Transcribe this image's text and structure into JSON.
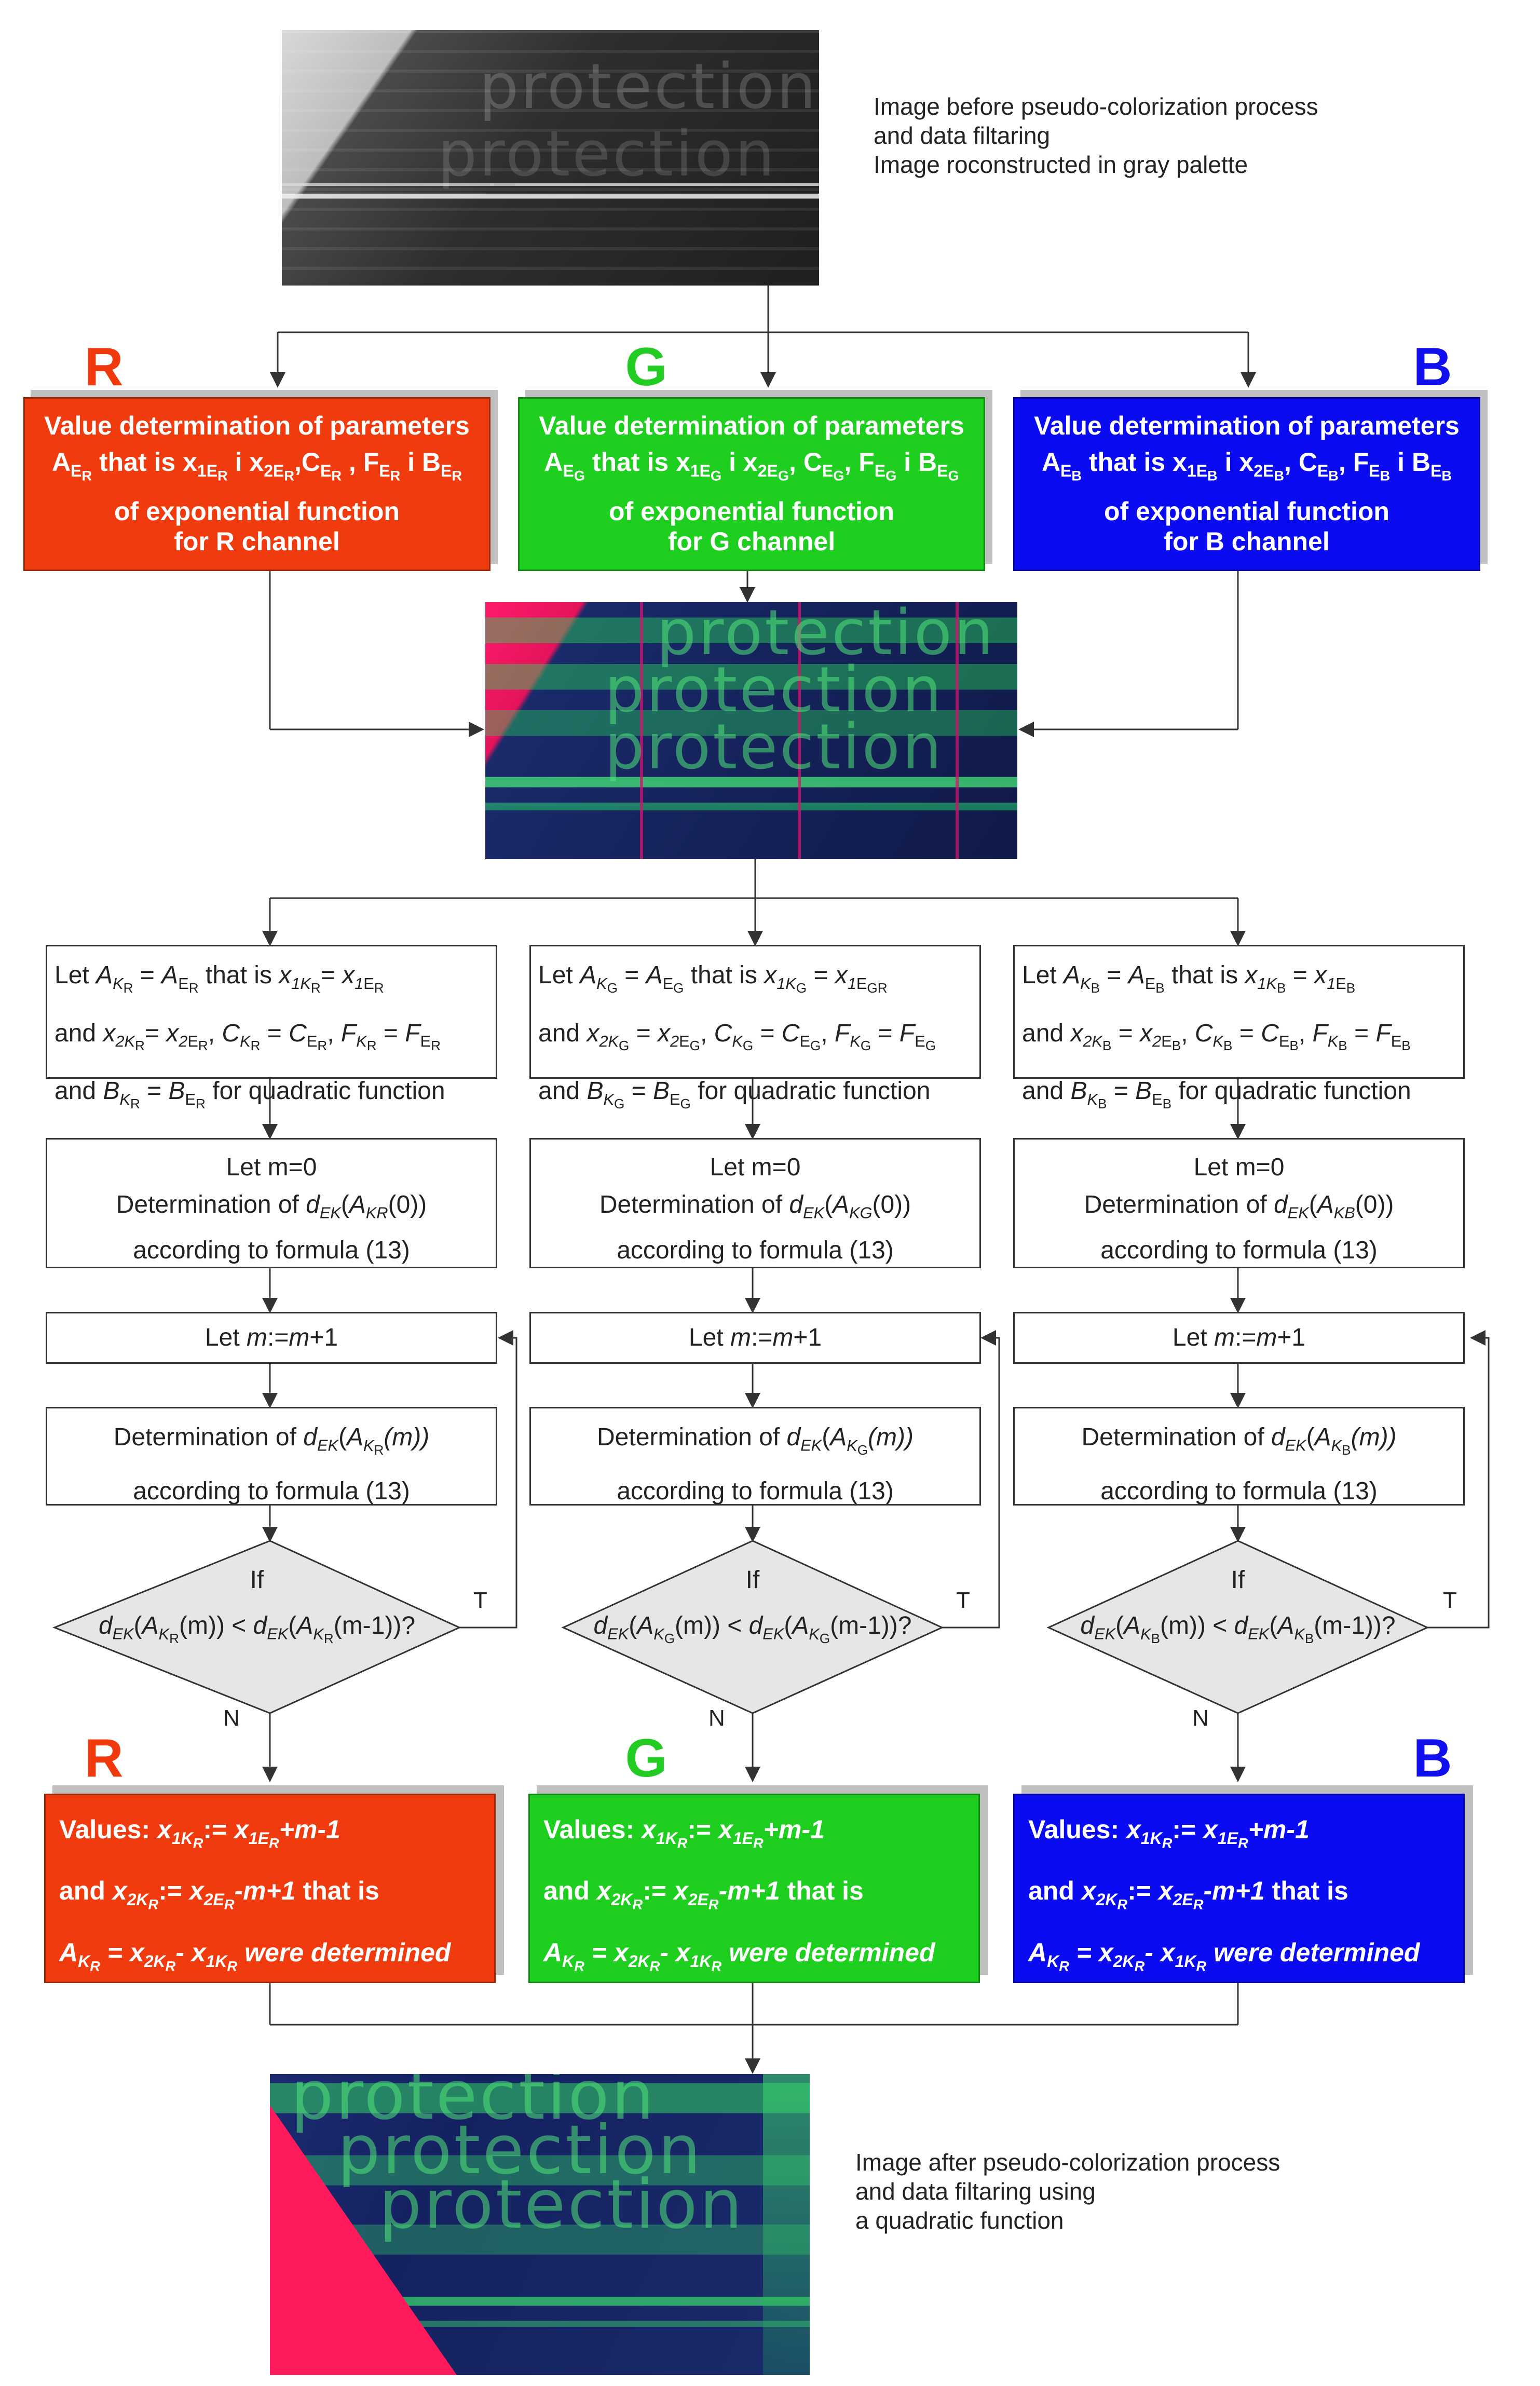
{
  "colors": {
    "red": "#f03a0d",
    "green": "#22cc22",
    "blue": "#1010ee",
    "red_box": "#ef3b0d",
    "green_box": "#1fcf1f",
    "blue_box": "#0b0bf2",
    "decision_fill": "#e6e6e6"
  },
  "notes": {
    "top": [
      "Image before pseudo-colorization process",
      "and data filtaring",
      "Image roconstructed in gray palette"
    ],
    "bottom": [
      "Image after pseudo-colorization process",
      "and data filtaring using",
      "a quadratic function"
    ]
  },
  "letters": {
    "r": "R",
    "g": "G",
    "b": "B"
  },
  "images": {
    "word": "protection"
  },
  "params": {
    "line1": "Value determination of parameters",
    "that_is": "that is",
    "i": "i",
    "of_exp": "of exponential function",
    "comma": ",",
    "sym": {
      "A": "A",
      "E": "E",
      "x": "x",
      "one": "1",
      "two": "2",
      "C": "C",
      "F": "F",
      "B": "B"
    },
    "channels": [
      {
        "sub": "R",
        "footer": "for R channel"
      },
      {
        "sub": "G",
        "footer": "for G channel"
      },
      {
        "sub": "B",
        "footer": "for B channel"
      }
    ]
  },
  "let_boxes": {
    "let": "Let",
    "that_is": "that is",
    "and": "and",
    "eq": "=",
    "comma": ",",
    "for_quad": "for quadratic function",
    "sym": {
      "A": "A",
      "K": "K",
      "E": "E",
      "x": "x",
      "one": "1",
      "two": "2",
      "C": "C",
      "F": "F",
      "B": "B"
    },
    "channels": [
      {
        "sub": "R",
        "x1e": "R"
      },
      {
        "sub": "G",
        "x1e": "GR"
      },
      {
        "sub": "B",
        "x1e": "B"
      }
    ]
  },
  "init": {
    "line1": "Let m=0",
    "det": "Determination of",
    "d": "d",
    "ek": "EK",
    "A": "A",
    "K": "K",
    "arg0": "(0))",
    "open": "(",
    "formula": "according to formula (13)",
    "subs": [
      "R",
      "G",
      "B"
    ]
  },
  "incr": {
    "let": "Let",
    "m": "m",
    "assign": ":=",
    "plus1": "+1"
  },
  "iter": {
    "det": "Determination of",
    "d": "d",
    "ek": "EK",
    "A": "A",
    "K": "K",
    "open": "(",
    "argm": "(m))",
    "formula": "according to formula (13)"
  },
  "decision": {
    "if": "If",
    "d": "d",
    "ek": "EK",
    "A": "A",
    "K": "K",
    "open": "(",
    "m_close": "(m))",
    "lt": " < ",
    "m1_close": "(m-1))?"
  },
  "branch": {
    "true": "T",
    "false": "N"
  },
  "values": {
    "label": "Values:",
    "and": "and",
    "that_is": "that is",
    "were": "were determined",
    "x": "x",
    "A": "A",
    "one": "1",
    "two": "2",
    "K": "K",
    "E": "E",
    "R": "R",
    "assign": ":=",
    "eq": "=",
    "minus": "-",
    "plus_m_minus1": "+m-1",
    "minus_m_plus1": "-m+1"
  }
}
